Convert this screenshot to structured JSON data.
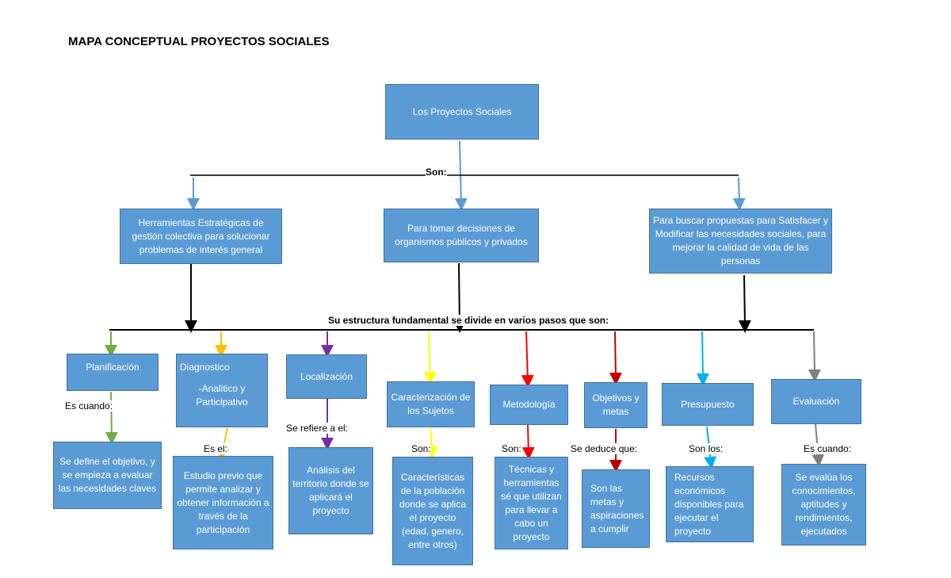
{
  "title": "MAPA CONCEPTUAL PROYECTOS SOCIALES",
  "root": "Los Proyectos Sociales",
  "connector_son": "Son:",
  "level1": [
    "Herramientas Estratégicas de gestión colectiva para solucionar problemas de interés general",
    "Para tomar decisiones de organismos públicos y privados",
    "Para buscar propuestas para Satisfacer y Modificar las necesidades sociales, para mejorar la calidad de vida de las personas"
  ],
  "connector_structure": "Su estructura fundamental se divide en varios pasos que son:",
  "steps": [
    {
      "name": "Planificación",
      "connector": "Es cuando:",
      "detail": "Se define el objetivo, y se empieza a evaluar las necesidades claves",
      "color": "#70ad47"
    },
    {
      "name": "Diagnostico",
      "subtitle": "-Analitico y Participativo",
      "connector": "Es el:",
      "detail": "Estudio previo que permite analizar y obtener información a través de la participación",
      "color": "#ffc000"
    },
    {
      "name": "Localización",
      "connector": "Se refiere a el:",
      "detail": "Análisis del territorio donde se aplicará el proyecto",
      "color": "#7030a0"
    },
    {
      "name": "Caracterización de los Sujetos",
      "connector": "Son:",
      "detail": "Características de la población donde se aplica el proyecto (edad, genero, entre otros)",
      "color": "#ffff00"
    },
    {
      "name": "Metodología",
      "connector": "Son:",
      "detail": "Técnicas y herramientas sé que utilizan para llevar a cabo un proyecto",
      "color": "#ff0000"
    },
    {
      "name": "Objetivos y metas",
      "connector": "Se deduce que:",
      "detail": "Son las metas y aspiraciones a cumplir",
      "color": "#c00000"
    },
    {
      "name": "Presupuesto",
      "connector": "Son los:",
      "detail": "Recursos económicos disponibles para ejecutar el proyecto",
      "color": "#00b0f0"
    },
    {
      "name": "Evaluación",
      "connector": "Es cuando:",
      "detail": "Se evalúa los conocimientos, aptitudes y rendimientos, ejecutados",
      "color": "#7f7f7f"
    }
  ],
  "colors": {
    "box_fill": "#5b9bd5",
    "box_border": "#41719c",
    "top_arrows": "#5b9bd5",
    "mid_arrows": "#000000"
  }
}
